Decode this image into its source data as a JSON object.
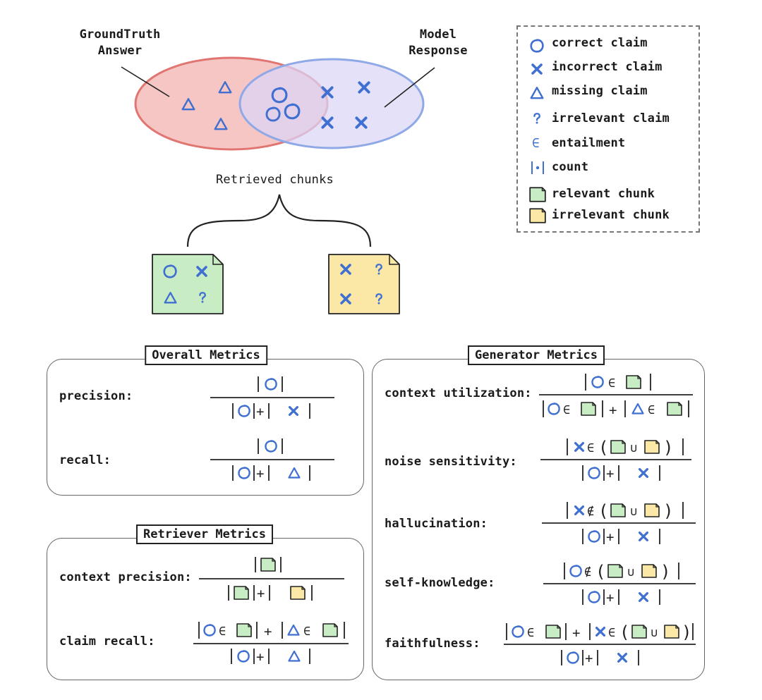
{
  "venn": {
    "ground_truth_label_1": "GroundTruth",
    "ground_truth_label_2": "Answer",
    "model_label_1": "Model",
    "model_label_2": "Response",
    "colors": {
      "ground_truth": "#f6c6c5",
      "model": "#d9d6f7",
      "claim_blue": "#3f6fd1"
    }
  },
  "legend": {
    "items": [
      {
        "icon": "circle-icon",
        "label": "correct claim"
      },
      {
        "icon": "cross-icon",
        "label": "incorrect claim"
      },
      {
        "icon": "triangle-icon",
        "label": "missing claim"
      },
      {
        "icon": "question-icon",
        "label": "irrelevant claim"
      },
      {
        "icon": "element-of-icon",
        "label": "entailment"
      },
      {
        "icon": "count-icon",
        "label": "count"
      },
      {
        "icon": "green-chunk-icon",
        "label": "relevant chunk"
      },
      {
        "icon": "yellow-chunk-icon",
        "label": "irrelevant chunk"
      }
    ]
  },
  "chunks": {
    "title": "Retrieved chunks",
    "colors": {
      "relevant": "#c8edc4",
      "irrelevant": "#fbe8a6"
    }
  },
  "overall": {
    "title": "Overall Metrics",
    "precision_label": "precision:",
    "recall_label": "recall:"
  },
  "retriever": {
    "title": "Retriever Metrics",
    "context_precision_label": "context precision:",
    "claim_recall_label": "claim recall:"
  },
  "generator": {
    "title": "Generator Metrics",
    "context_utilization_label": "context utilization:",
    "noise_sensitivity_label": "noise sensitivity:",
    "hallucination_label": "hallucination:",
    "self_knowledge_label": "self-knowledge:",
    "faithfulness_label": "faithfulness:"
  }
}
